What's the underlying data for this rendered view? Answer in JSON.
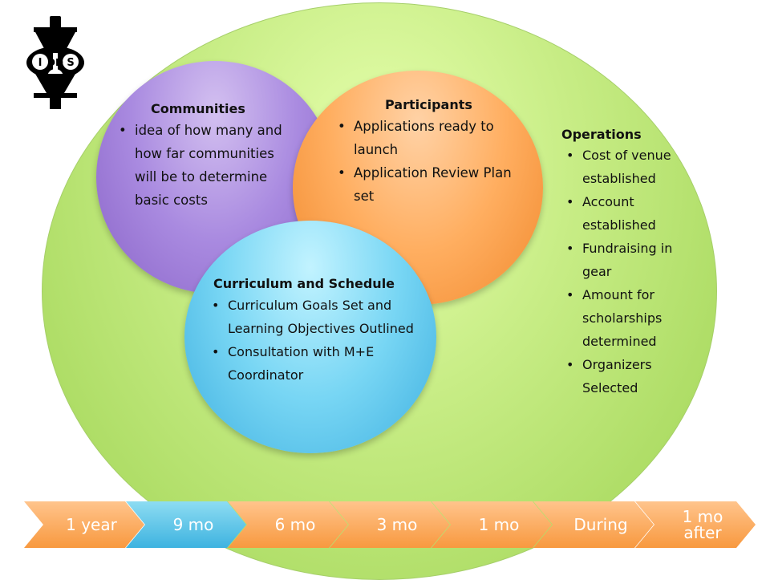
{
  "logo": {
    "text": "IDDS",
    "icon": "idds-logo-icon"
  },
  "communities": {
    "title": "Communities",
    "items": [
      "idea of how many and how far communities will be to determine basic costs"
    ]
  },
  "participants": {
    "title": "Participants",
    "items": [
      "Applications ready to launch",
      "Application Review Plan set"
    ]
  },
  "curriculum": {
    "title": "Curriculum and Schedule",
    "items": [
      "Curriculum Goals Set and Learning Objectives Outlined",
      "Consultation with M+E Coordinator"
    ]
  },
  "operations": {
    "title": "Operations",
    "items": [
      "Cost of venue established",
      "Account established",
      "Fundraising in gear",
      "Amount for scholarships determined",
      "Organizers Selected"
    ]
  },
  "timeline": {
    "steps": [
      "1 year",
      "9 mo",
      "6 mo",
      "3 mo",
      "1 mo",
      "During",
      "1 mo after"
    ],
    "active_index": 1
  },
  "colors": {
    "outer": "#b5e26c",
    "communities": "#a17fd9",
    "participants": "#fba352",
    "curriculum": "#58c6ec",
    "step": "#f8a048",
    "step_active": "#4bb8e4"
  }
}
